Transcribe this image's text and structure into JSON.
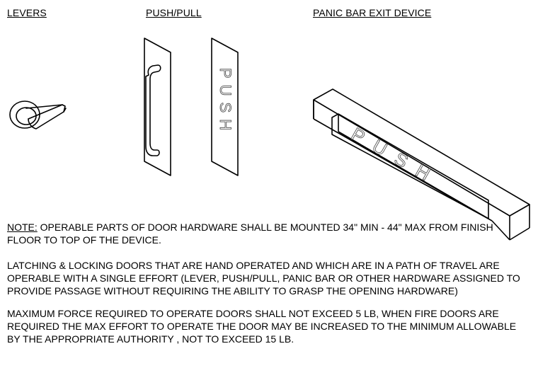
{
  "headings": {
    "levers": "LEVERS",
    "push_pull": "PUSH/PULL",
    "panic_bar": "PANIC BAR EXIT DEVICE"
  },
  "plate_label": "PUSH",
  "bar_label": "PUSH",
  "note": {
    "label": "NOTE:",
    "line1": " OPERABLE PARTS OF DOOR HARDWARE SHALL BE MOUNTED 34\" MIN - 44\" MAX FROM FINISH",
    "line2": "FLOOR TO TOP OF THE DEVICE."
  },
  "latching": {
    "line1": "LATCHING & LOCKING DOORS THAT ARE HAND OPERATED AND WHICH ARE IN A PATH OF TRAVEL ARE",
    "line2": "OPERABLE WITH A SINGLE EFFORT (LEVER, PUSH/PULL, PANIC BAR OR OTHER HARDWARE ASSIGNED TO",
    "line3": "PROVIDE PASSAGE WITHOUT REQUIRING THE ABILITY TO GRASP THE OPENING HARDWARE)"
  },
  "force": {
    "line1": "MAXIMUM FORCE REQUIRED TO OPERATE DOORS SHALL NOT EXCEED 5 LB, WHEN FIRE DOORS ARE",
    "line2": "REQUIRED THE MAX EFFORT TO OPERATE THE DOOR MAY BE INCREASED TO THE MINIMUM ALLOWABLE",
    "line3": "BY THE APPROPRIATE AUTHORITY , NOT TO EXCEED 15 LB."
  }
}
